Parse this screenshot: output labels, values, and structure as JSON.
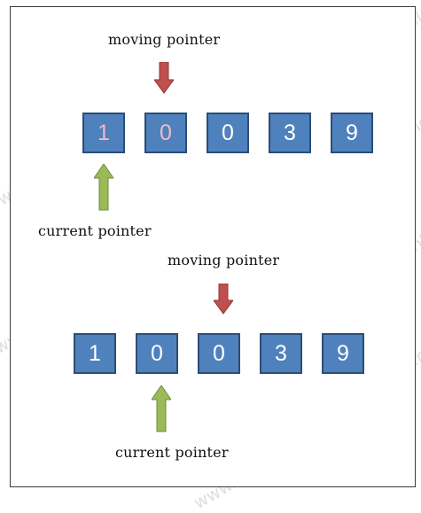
{
  "watermark": "www.techlent.net",
  "colors": {
    "box_fill": "#4f81bd",
    "box_border": "#2c4d75",
    "digit_normal": "#ffffff",
    "digit_highlight": "#f2b8c6",
    "moving_arrow": "#c0504d",
    "current_arrow": "#9bbb59"
  },
  "diagram1": {
    "moving_label": "moving pointer",
    "current_label": "current pointer",
    "cells": [
      "1",
      "0",
      "0",
      "3",
      "9"
    ]
  },
  "diagram2": {
    "moving_label": "moving pointer",
    "current_label": "current pointer",
    "cells": [
      "1",
      "0",
      "0",
      "3",
      "9"
    ]
  }
}
